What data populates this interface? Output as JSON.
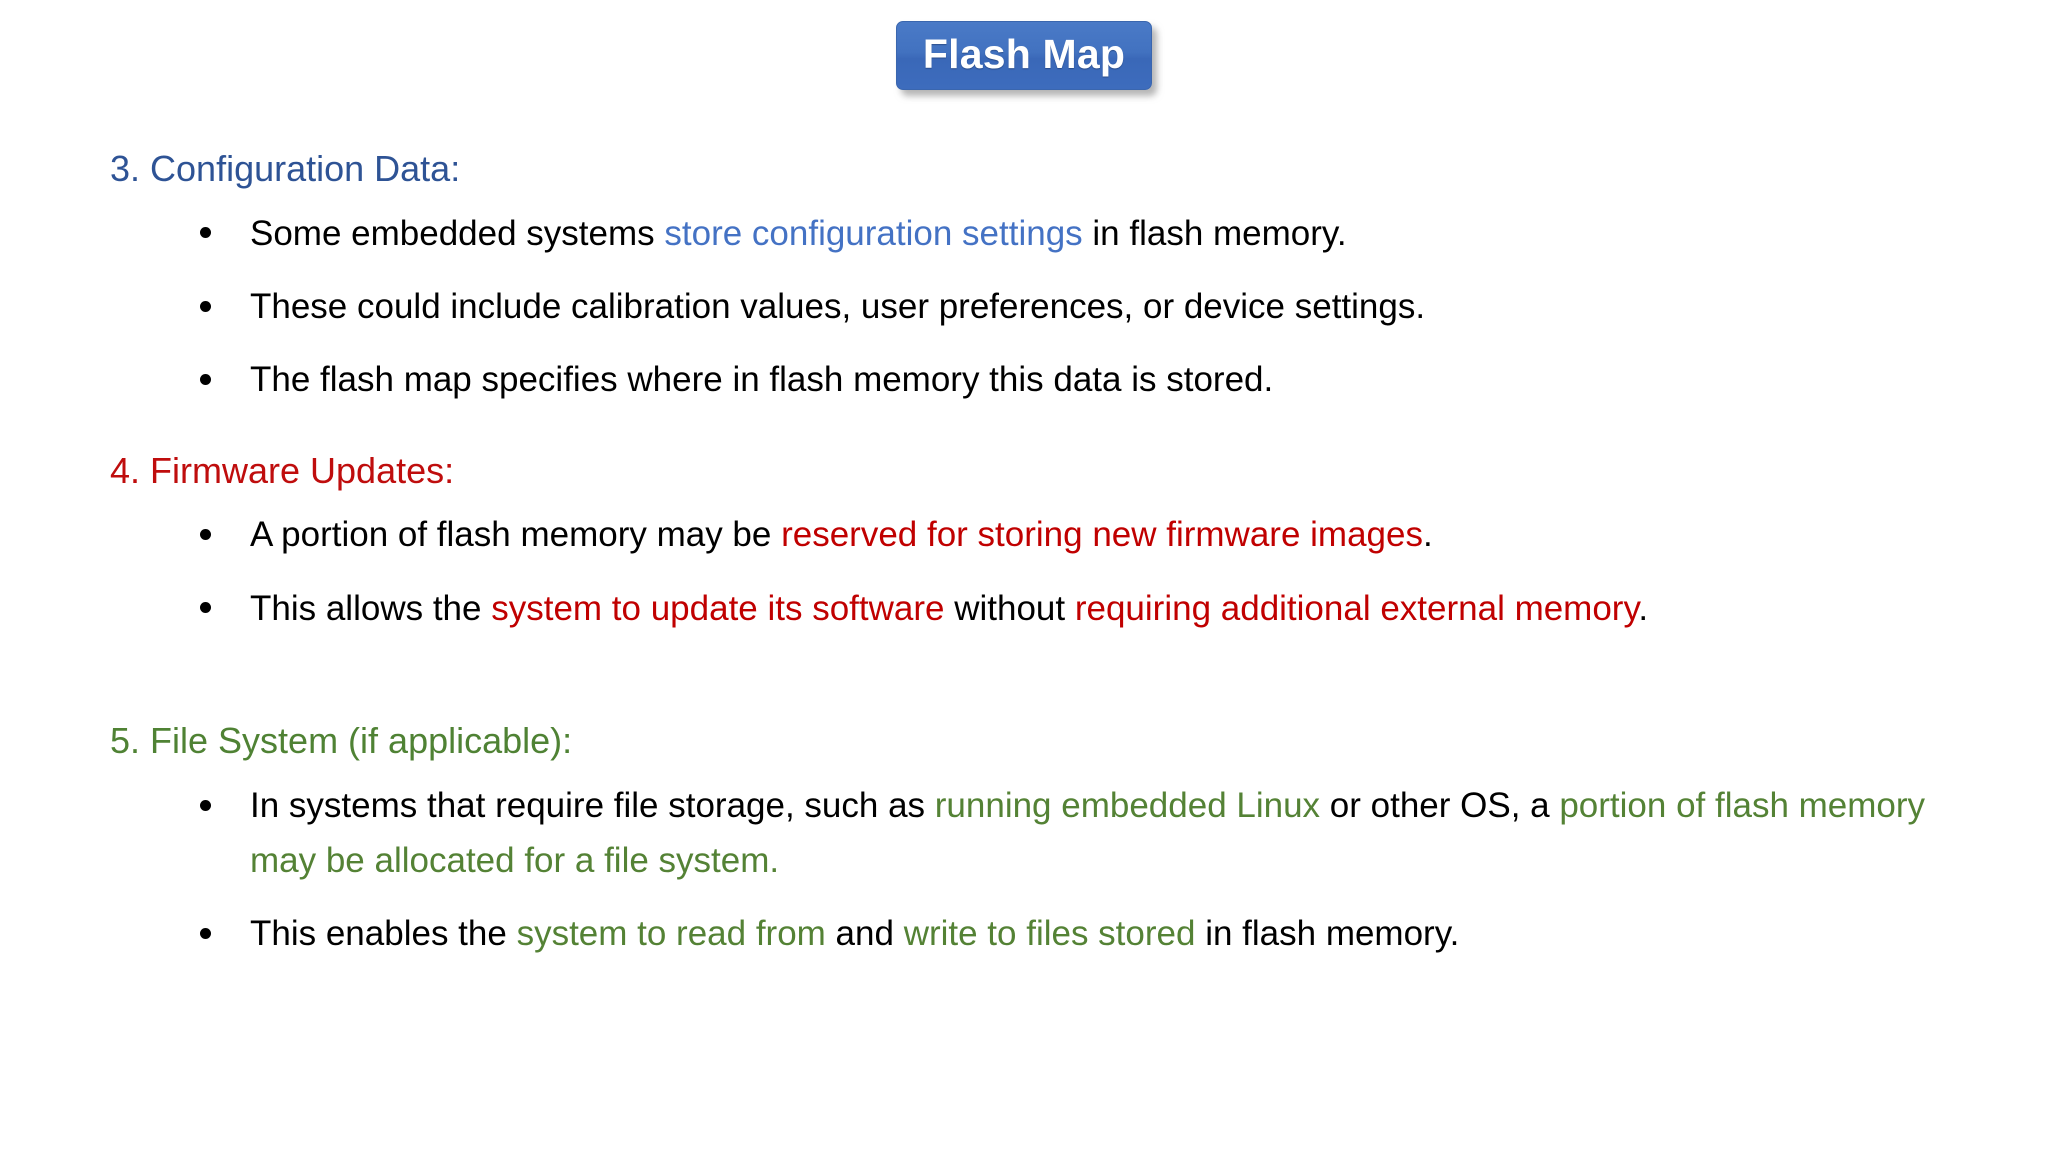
{
  "slide": {
    "title": "Flash Map",
    "title_bg_color": "#4272c0",
    "title_text_color": "#ffffff",
    "background_color": "#ffffff"
  },
  "colors": {
    "heading_blue": "#2e5395",
    "heading_red": "#bf0d0d",
    "heading_green": "#4f8234",
    "highlight_blue": "#4472c4",
    "highlight_red": "#c00000",
    "highlight_green": "#548235",
    "body_text": "#000000"
  },
  "sections": [
    {
      "id": "configuration-data",
      "heading": "3. Configuration Data:",
      "heading_color": "#2e5395",
      "bullets": [
        {
          "id": "s3-b1",
          "runs": [
            {
              "text": "Some embedded systems ",
              "style": "plain"
            },
            {
              "text": "store configuration settings",
              "style": "blue"
            },
            {
              "text": " in flash memory.",
              "style": "plain"
            }
          ]
        },
        {
          "id": "s3-b2",
          "runs": [
            {
              "text": "These could include calibration values, user preferences, or device settings.",
              "style": "plain"
            }
          ]
        },
        {
          "id": "s3-b3",
          "runs": [
            {
              "text": "The flash map specifies where in flash memory this data is stored.",
              "style": "plain"
            }
          ]
        }
      ]
    },
    {
      "id": "firmware-updates",
      "heading": "4. Firmware Updates:",
      "heading_color": "#bf0d0d",
      "bullets": [
        {
          "id": "s4-b1",
          "runs": [
            {
              "text": "A portion of flash memory may be ",
              "style": "plain"
            },
            {
              "text": "reserved for storing new firmware images",
              "style": "red"
            },
            {
              "text": ".",
              "style": "plain"
            }
          ]
        },
        {
          "id": "s4-b2",
          "runs": [
            {
              "text": "This allows the ",
              "style": "plain"
            },
            {
              "text": "system to update its software",
              "style": "red"
            },
            {
              "text": " without ",
              "style": "plain"
            },
            {
              "text": "requiring additional external memory",
              "style": "red"
            },
            {
              "text": ".",
              "style": "plain"
            }
          ]
        }
      ]
    },
    {
      "id": "file-system",
      "heading": "5. File System (if applicable):",
      "heading_color": "#4f8234",
      "bullets": [
        {
          "id": "s5-b1",
          "runs": [
            {
              "text": "In systems that require file storage, such as ",
              "style": "plain"
            },
            {
              "text": "running embedded Linux",
              "style": "green"
            },
            {
              "text": " or other OS, a ",
              "style": "plain"
            },
            {
              "text": "portion of flash memory may be allocated for a file system.",
              "style": "green"
            }
          ]
        },
        {
          "id": "s5-b2",
          "runs": [
            {
              "text": "This enables the ",
              "style": "plain"
            },
            {
              "text": "system to read from",
              "style": "green"
            },
            {
              "text": " and ",
              "style": "plain"
            },
            {
              "text": "write to files stored",
              "style": "green"
            },
            {
              "text": " in flash memory.",
              "style": "plain"
            }
          ]
        }
      ]
    }
  ]
}
